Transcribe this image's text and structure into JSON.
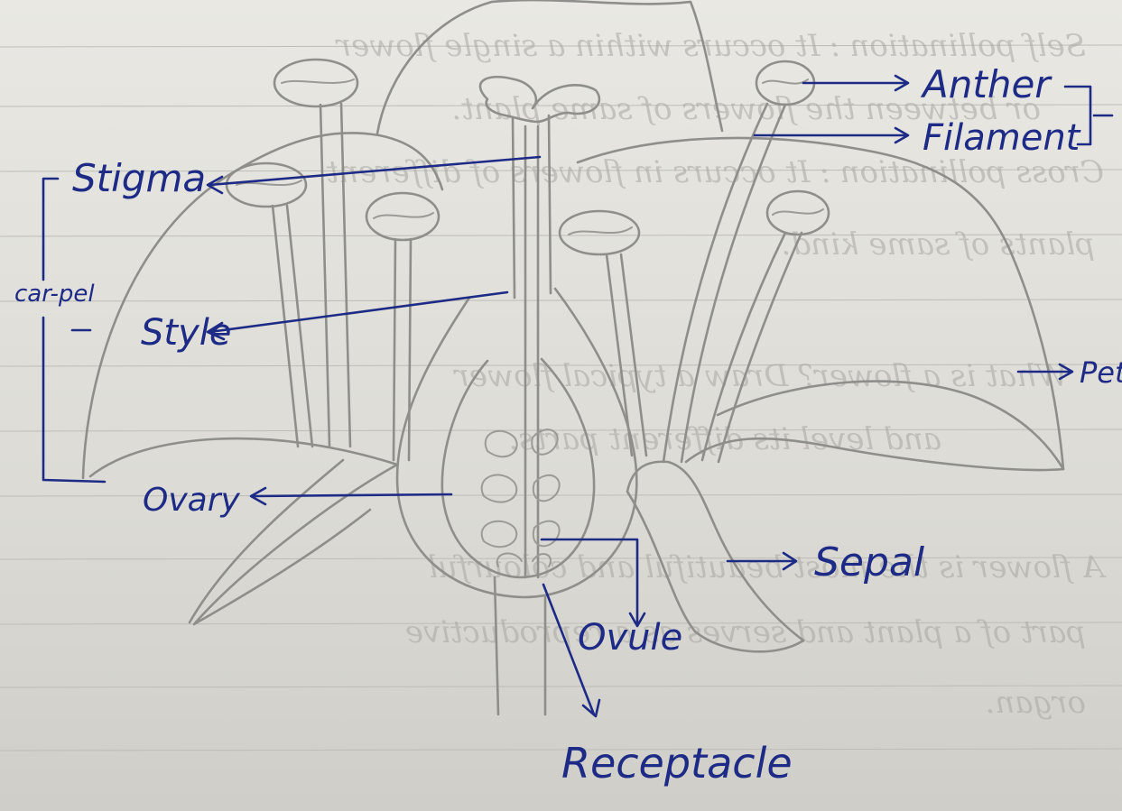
{
  "diagram": {
    "labels": {
      "stigma": "Stigma",
      "style": "Style",
      "ovary": "Ovary",
      "carpel": "car-pel",
      "anther": "Anther",
      "filament": "Filament",
      "petal": "Pet",
      "sepal": "Sepal",
      "ovule": "Ovule",
      "receptacle": "Receptacle"
    },
    "bleed_through_text": [
      "Self pollination : It occurs within a single flower",
      "or between the flowers of same plant.",
      "Cross pollination : It occurs in flowers of different",
      "plants of same kind.",
      "What is a flower? Draw a typical flower",
      "and level its different parts.",
      "A flower is the most beautiful and colourful",
      "part of a plant and serves as a reproductive",
      "organ."
    ]
  }
}
